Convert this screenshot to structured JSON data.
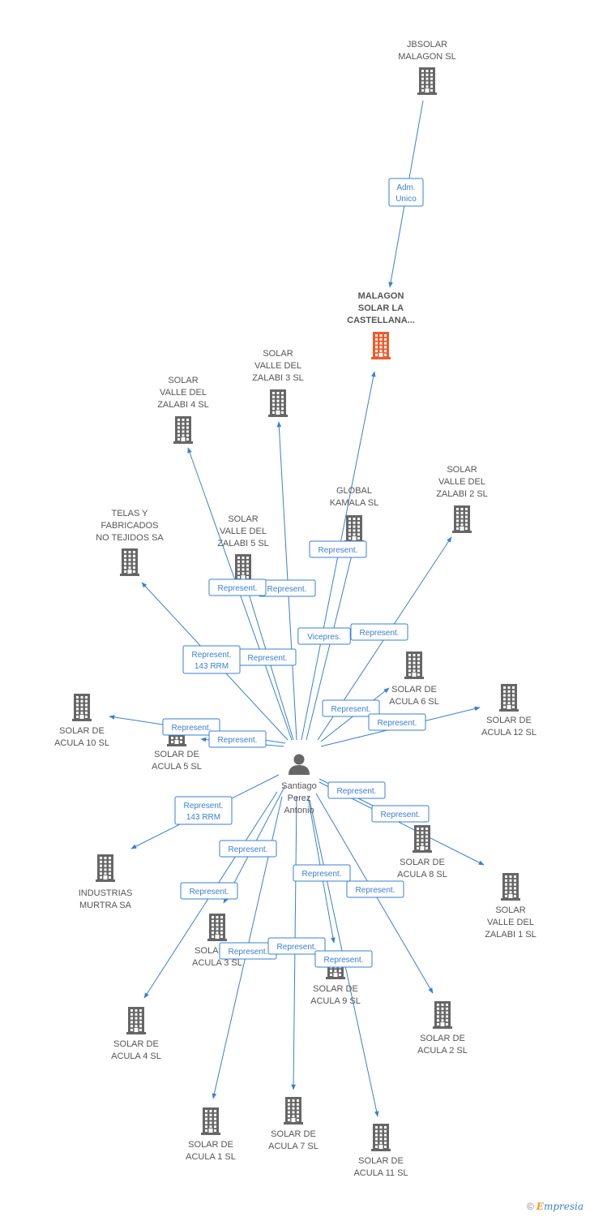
{
  "nodes": [
    {
      "id": "jbsolar",
      "type": "company",
      "label": [
        "JBSOLAR",
        "MALAGON SL"
      ],
      "color": "#666666"
    },
    {
      "id": "malagon",
      "type": "company",
      "label": [
        "MALAGON",
        "SOLAR LA",
        "CASTELLANA..."
      ],
      "color": "#f05a28",
      "focus": true
    },
    {
      "id": "zalabi3",
      "type": "company",
      "label": [
        "SOLAR",
        "VALLE DEL",
        "ZALABI 3 SL"
      ],
      "color": "#666666"
    },
    {
      "id": "zalabi4",
      "type": "company",
      "label": [
        "SOLAR",
        "VALLE DEL",
        "ZALABI 4 SL"
      ],
      "color": "#666666"
    },
    {
      "id": "zalabi2",
      "type": "company",
      "label": [
        "SOLAR",
        "VALLE DEL",
        "ZALABI 2 SL"
      ],
      "color": "#666666"
    },
    {
      "id": "global",
      "type": "company",
      "label": [
        "GLOBAL",
        "KAMALA SL"
      ],
      "color": "#666666"
    },
    {
      "id": "telas",
      "type": "company",
      "label": [
        "TELAS Y",
        "FABRICADOS",
        "NO TEJIDOS SA"
      ],
      "color": "#666666"
    },
    {
      "id": "zalabi5",
      "type": "company",
      "label": [
        "SOLAR",
        "VALLE DEL",
        "ZALABI 5 SL"
      ],
      "color": "#666666"
    },
    {
      "id": "acula6",
      "type": "company",
      "label": [
        "SOLAR DE",
        "ACULA 6 SL"
      ],
      "color": "#666666"
    },
    {
      "id": "acula12",
      "type": "company",
      "label": [
        "SOLAR DE",
        "ACULA 12 SL"
      ],
      "color": "#666666"
    },
    {
      "id": "acula10",
      "type": "company",
      "label": [
        "SOLAR DE",
        "ACULA 10 SL"
      ],
      "color": "#666666"
    },
    {
      "id": "acula5",
      "type": "company",
      "label": [
        "SOLAR DE",
        "ACULA 5 SL"
      ],
      "color": "#666666"
    },
    {
      "id": "person",
      "type": "person",
      "label": [
        "Santiago",
        "Perez",
        "Antonio"
      ],
      "color": "#666666"
    },
    {
      "id": "industrias",
      "type": "company",
      "label": [
        "INDUSTRIAS",
        "MURTRA SA"
      ],
      "color": "#666666"
    },
    {
      "id": "acula8",
      "type": "company",
      "label": [
        "SOLAR DE",
        "ACULA 8 SL"
      ],
      "color": "#666666"
    },
    {
      "id": "zalabi1",
      "type": "company",
      "label": [
        "SOLAR",
        "VALLE DEL",
        "ZALABI 1 SL"
      ],
      "color": "#666666"
    },
    {
      "id": "acula3",
      "type": "company",
      "label": [
        "SOLAR DE",
        "ACULA 3 SL"
      ],
      "color": "#666666"
    },
    {
      "id": "acula9",
      "type": "company",
      "label": [
        "SOLAR DE",
        "ACULA 9 SL"
      ],
      "color": "#666666"
    },
    {
      "id": "acula4",
      "type": "company",
      "label": [
        "SOLAR DE",
        "ACULA 4 SL"
      ],
      "color": "#666666"
    },
    {
      "id": "acula2",
      "type": "company",
      "label": [
        "SOLAR DE",
        "ACULA 2 SL"
      ],
      "color": "#666666"
    },
    {
      "id": "acula1",
      "type": "company",
      "label": [
        "SOLAR DE",
        "ACULA 1 SL"
      ],
      "color": "#666666"
    },
    {
      "id": "acula7",
      "type": "company",
      "label": [
        "SOLAR DE",
        "ACULA 7 SL"
      ],
      "color": "#666666"
    },
    {
      "id": "acula11",
      "type": "company",
      "label": [
        "SOLAR DE",
        "ACULA 11 SL"
      ],
      "color": "#666666"
    }
  ],
  "edges": [
    {
      "from": "jbsolar",
      "to": "malagon",
      "label": [
        "Adm.",
        "Unico"
      ]
    },
    {
      "from": "person",
      "to": "malagon",
      "label": [
        "Represent."
      ]
    },
    {
      "from": "person",
      "to": "zalabi3",
      "label": [
        "Represent."
      ]
    },
    {
      "from": "person",
      "to": "zalabi4",
      "label": [
        "Represent."
      ]
    },
    {
      "from": "person",
      "to": "zalabi5",
      "label": [
        "Represent."
      ]
    },
    {
      "from": "person",
      "to": "global",
      "label": [
        "Vicepres."
      ]
    },
    {
      "from": "person",
      "to": "zalabi2",
      "label": [
        "Represent."
      ]
    },
    {
      "from": "person",
      "to": "telas",
      "label": [
        "Represent.",
        "143 RRM"
      ]
    },
    {
      "from": "person",
      "to": "acula6",
      "label": [
        "Represent."
      ]
    },
    {
      "from": "person",
      "to": "acula12",
      "label": [
        "Represent."
      ]
    },
    {
      "from": "person",
      "to": "acula10",
      "label": [
        "Represent."
      ]
    },
    {
      "from": "person",
      "to": "acula5",
      "label": [
        "Represent."
      ]
    },
    {
      "from": "person",
      "to": "industrias",
      "label": [
        "Represent.",
        "143 RRM"
      ]
    },
    {
      "from": "person",
      "to": "acula8",
      "label": [
        "Represent."
      ]
    },
    {
      "from": "person",
      "to": "zalabi1",
      "label": [
        "Represent."
      ]
    },
    {
      "from": "person",
      "to": "acula3",
      "label": [
        "Represent."
      ]
    },
    {
      "from": "person",
      "to": "acula4",
      "label": [
        "Represent."
      ]
    },
    {
      "from": "person",
      "to": "acula9",
      "label": [
        "Represent."
      ]
    },
    {
      "from": "person",
      "to": "acula2",
      "label": [
        "Represent."
      ]
    },
    {
      "from": "person",
      "to": "acula1",
      "label": [
        "Represent."
      ]
    },
    {
      "from": "person",
      "to": "acula7",
      "label": [
        "Represent."
      ]
    },
    {
      "from": "person",
      "to": "acula11",
      "label": [
        "Represent."
      ]
    }
  ],
  "credit": {
    "copyright": "©",
    "brand_initial": "E",
    "brand_rest": "mpresia"
  },
  "colors": {
    "edge": "#3a7fd5",
    "node": "#666666",
    "focus": "#f05a28"
  }
}
